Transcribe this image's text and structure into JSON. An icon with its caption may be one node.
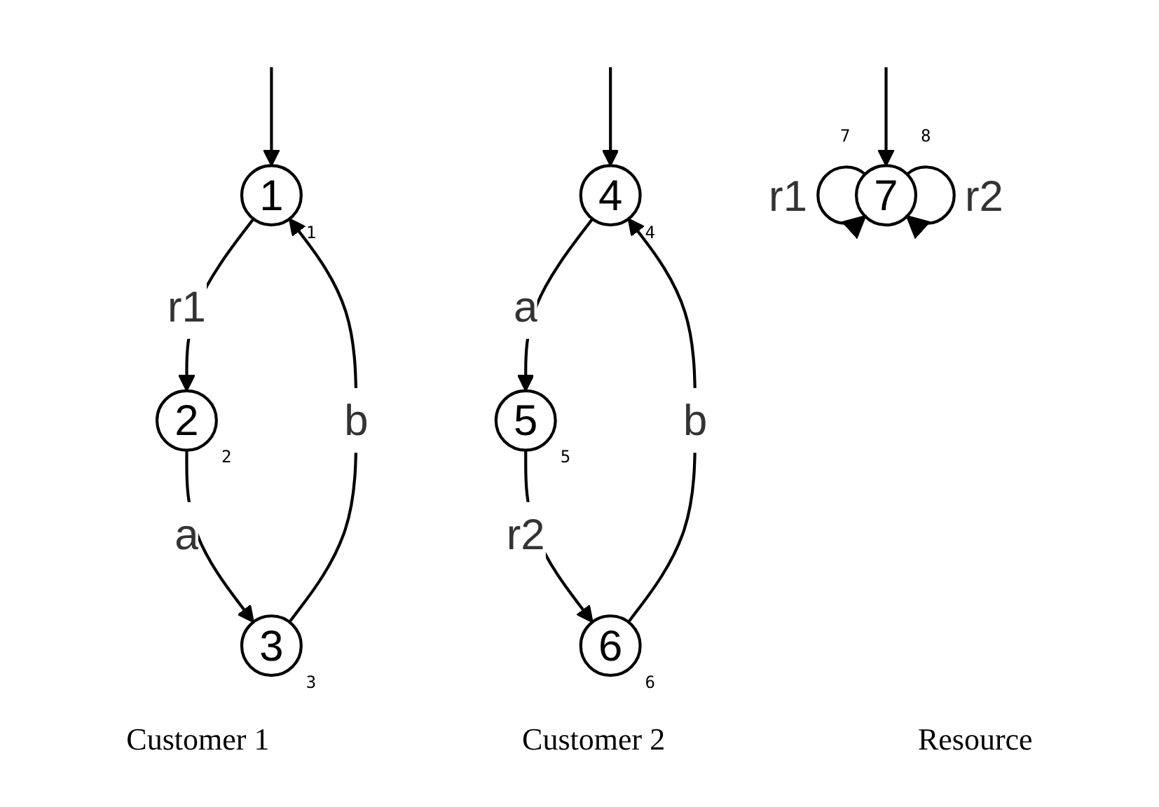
{
  "diagram": {
    "nodes": [
      {
        "text": [
          "1"
        ],
        "beside": [
          "1"
        ]
      },
      {
        "text": [
          "2"
        ],
        "beside": [
          "2"
        ]
      },
      {
        "text": [
          "3"
        ],
        "beside": [
          "3"
        ]
      },
      {
        "text": [
          "4"
        ],
        "beside": [
          "4"
        ]
      },
      {
        "text": [
          "5"
        ],
        "beside": [
          "5"
        ]
      },
      {
        "text": [
          "6"
        ],
        "beside": [
          "6"
        ]
      },
      {
        "text": [
          "7"
        ],
        "beside": [
          "7",
          "8"
        ]
      }
    ],
    "edges": [
      {
        "from": null,
        "to": 0,
        "arrow": "to"
      },
      {
        "from": 0,
        "to": 1,
        "label": "r1",
        "arrow": "to"
      },
      {
        "from": 1,
        "to": 2,
        "label": "a",
        "arrow": "to"
      },
      {
        "from": 2,
        "to": 0,
        "label": "b",
        "arrow": "to"
      },
      {
        "from": null,
        "to": 3,
        "arrow": "to"
      },
      {
        "from": 3,
        "to": 4,
        "label": "a",
        "arrow": "to"
      },
      {
        "from": 4,
        "to": 5,
        "label": "r2",
        "arrow": "to"
      },
      {
        "from": 5,
        "to": 3,
        "label": "b",
        "arrow": "to"
      },
      {
        "from": null,
        "to": 6,
        "arrow": "to"
      },
      {
        "from": 6,
        "to": 6,
        "label": "r1",
        "arrow": "to"
      },
      {
        "from": 6,
        "to": 6,
        "label": "r2",
        "arrow": "to"
      }
    ],
    "labels": [
      "Customer 1",
      "Customer 2",
      "Resource"
    ]
  }
}
